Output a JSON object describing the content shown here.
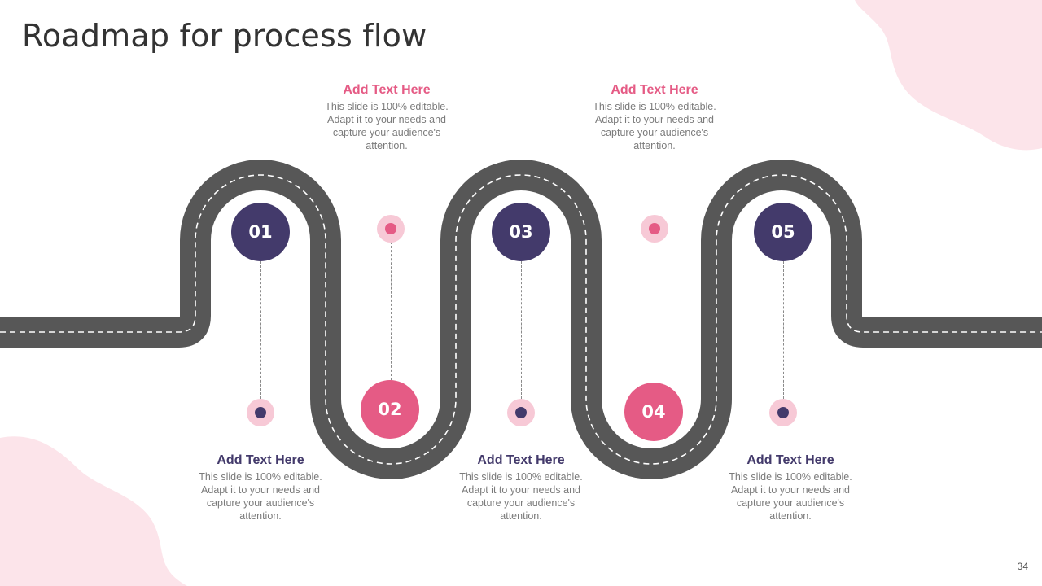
{
  "title": "Roadmap for process flow",
  "page_number": "34",
  "colors": {
    "road": "#575757",
    "purple": "#433a6b",
    "pink": "#e55b85",
    "pink_light": "#f7c9d6",
    "blob": "#fce4ea"
  },
  "steps": [
    {
      "number": "01",
      "heading": "Add Text Here",
      "body": "This slide is 100% editable. Adapt it to your needs and capture your audience's attention."
    },
    {
      "number": "02",
      "heading": "Add Text Here",
      "body": "This slide is 100% editable. Adapt it to your needs and capture your audience's attention."
    },
    {
      "number": "03",
      "heading": "Add Text Here",
      "body": "This slide is 100% editable. Adapt it to your needs and capture your audience's attention."
    },
    {
      "number": "04",
      "heading": "Add Text Here",
      "body": "This slide is 100% editable. Adapt it to your needs and capture your audience's attention."
    },
    {
      "number": "05",
      "heading": "Add Text Here",
      "body": "This slide is 100% editable. Adapt it to your needs and capture your audience's attention."
    }
  ]
}
